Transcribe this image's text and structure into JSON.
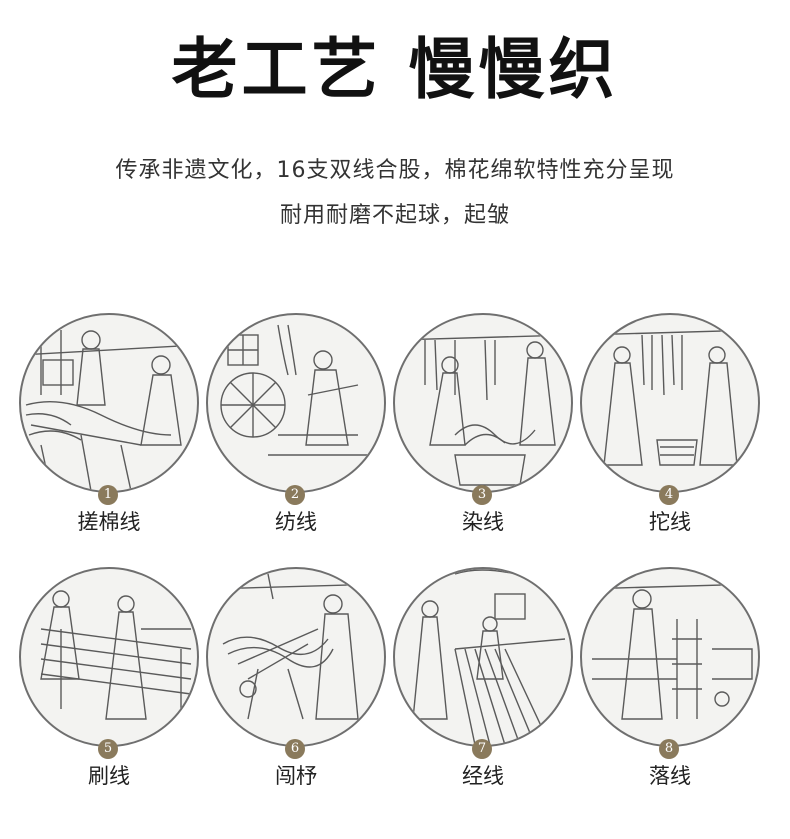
{
  "header": {
    "title": "老工艺 慢慢织",
    "subtitle_line1": "传承非遗文化，16支双线合股，棉花绵软特性充分呈现",
    "subtitle_line2": "耐用耐磨不起球，起皱"
  },
  "steps": [
    {
      "number": "1",
      "label": "搓棉线"
    },
    {
      "number": "2",
      "label": "纺线"
    },
    {
      "number": "3",
      "label": "染线"
    },
    {
      "number": "4",
      "label": "拕线"
    },
    {
      "number": "5",
      "label": "刷线"
    },
    {
      "number": "6",
      "label": "闯杼"
    },
    {
      "number": "7",
      "label": "经线"
    },
    {
      "number": "8",
      "label": "落线"
    }
  ],
  "colors": {
    "badge": "#8a7a5c",
    "engraving_line": "#5a5a5a",
    "engraving_bg": "#f3f3f1"
  }
}
